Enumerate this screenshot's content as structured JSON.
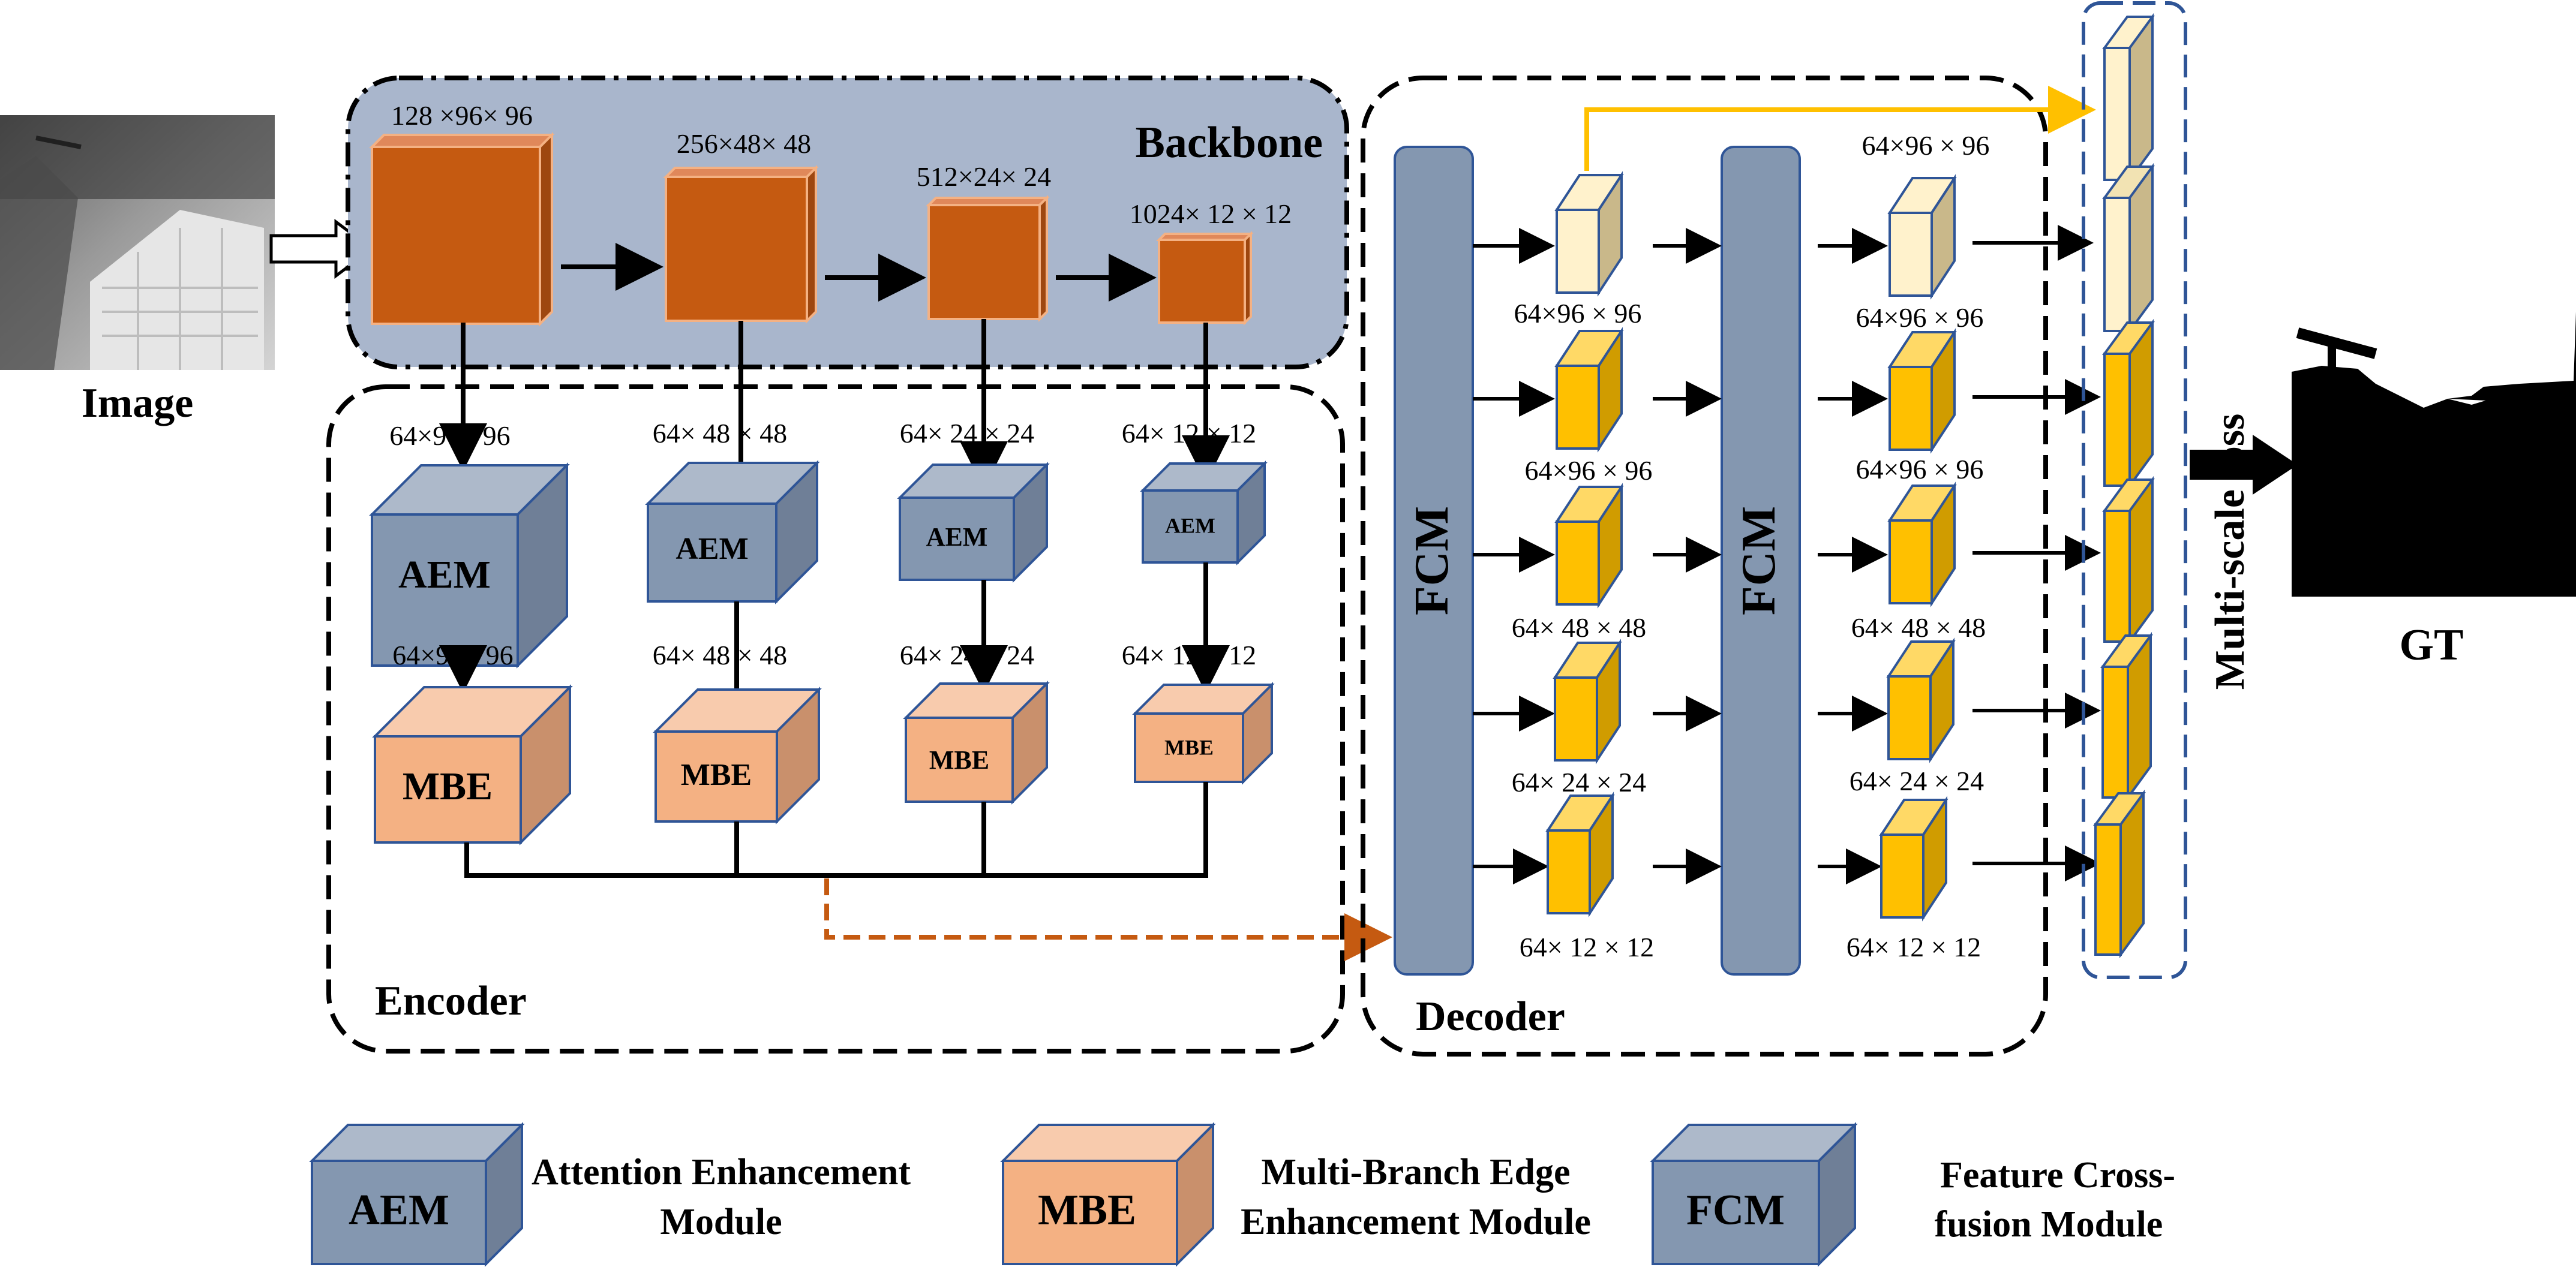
{
  "input_label": "Image",
  "output_label": "GT",
  "backbone": {
    "title": "Backbone",
    "dims": [
      "128 ×96× 96",
      "256×48× 48",
      "512×24× 24",
      "1024× 12 × 12"
    ]
  },
  "encoder": {
    "title": "Encoder",
    "in_dims": [
      "64×96× 96",
      "64× 48 × 48",
      "64× 24 × 24",
      "64× 12 × 12"
    ],
    "aem_label": "AEM",
    "mid_dims": [
      "64×96× 96",
      "64× 48 × 48",
      "64× 24 × 24",
      "64× 12 × 12"
    ],
    "mbe_label": "MBE"
  },
  "decoder": {
    "title": "Decoder",
    "fcm_label": "FCM",
    "col1_dims": [
      "64×96 × 96",
      "64×96 × 96",
      "64× 48 × 48",
      "64× 24 × 24",
      "64× 12 × 12"
    ],
    "col2_dims": [
      "64×96 × 96",
      "64×96 × 96",
      "64×96 × 96",
      "64× 48 × 48",
      "64× 24 × 24",
      "64× 12 × 12"
    ]
  },
  "loss_label": "Multi-scale loss",
  "legend": [
    {
      "box": "AEM",
      "line1": "Attention Enhancement",
      "line2": "Module"
    },
    {
      "box": "MBE",
      "line1": "Multi-Branch Edge",
      "line2": "Enhancement Module"
    },
    {
      "box": "FCM",
      "line1": "Feature Cross-",
      "line2": "fusion Module"
    }
  ],
  "colors": {
    "backbone_panel": "#a9b6cc",
    "backbone_block": "#c55a11",
    "aem": "#8497b0",
    "mbe": "#f4b183",
    "fcm": "#8497b0",
    "decoder_light": "#fff2cc",
    "decoder_gold": "#ffc000",
    "skip_arrow": "#c55a11",
    "top_arrow": "#ffc000",
    "loss_box": "#2f5597"
  }
}
